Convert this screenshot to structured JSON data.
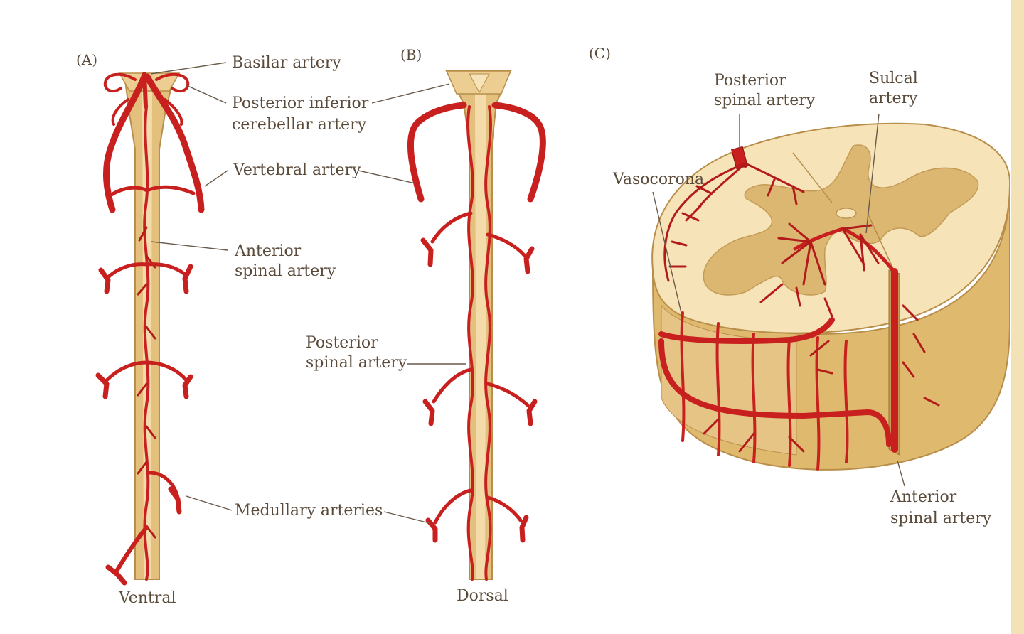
{
  "panels": {
    "a": {
      "tag": "(A)",
      "caption": "Ventral"
    },
    "b": {
      "tag": "(B)",
      "caption": "Dorsal"
    },
    "c": {
      "tag": "(C)"
    }
  },
  "labels": {
    "basilar": "Basilar artery",
    "pica_1": "Posterior inferior",
    "pica_2": "cerebellar artery",
    "vertebral": "Vertebral artery",
    "asa_a_1": "Anterior",
    "asa_a_2": "spinal artery",
    "psa_b_1": "Posterior",
    "psa_b_2": "spinal artery",
    "medullary": "Medullary arteries",
    "psa_c_1": "Posterior",
    "psa_c_2": "spinal artery",
    "sulcal_1": "Sulcal",
    "sulcal_2": "artery",
    "vasocorona": "Vasocorona",
    "asa_c_1": "Anterior",
    "asa_c_2": "spinal artery"
  },
  "colors": {
    "artery": "#c8201e",
    "cord": "#e3c07e",
    "cord_light": "#f6e3b8",
    "grey_matter": "#dcb772",
    "text": "#5a4a3a"
  }
}
